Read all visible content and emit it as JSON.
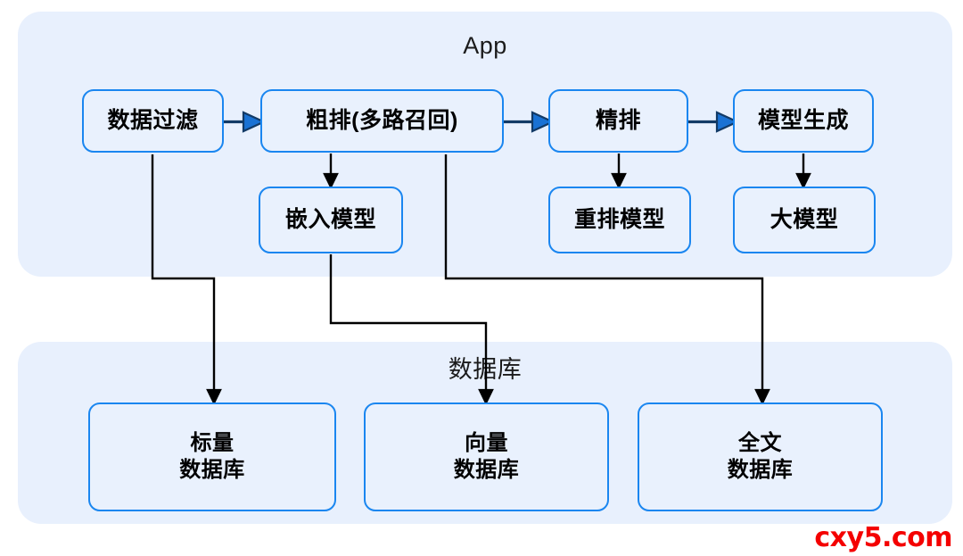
{
  "diagram": {
    "title_app": "App",
    "title_db": "数据库",
    "watermark": "cxy5.com",
    "colors": {
      "group_fill": "#e8f0fd",
      "node_fill": "#e9f1fd",
      "node_border": "#1a86f0",
      "thick_arrow": "#1a72d4",
      "thin_arrow": "#000000",
      "text": "#000000",
      "watermark": "#f40000"
    }
  },
  "app": {
    "title": "App",
    "pipeline": [
      {
        "id": "filter",
        "label": "数据过滤"
      },
      {
        "id": "coarse",
        "label": "粗排(多路召回)"
      },
      {
        "id": "fine",
        "label": "精排"
      },
      {
        "id": "gen",
        "label": "模型生成"
      }
    ],
    "support": [
      {
        "id": "embed",
        "label": "嵌入模型"
      },
      {
        "id": "rerank",
        "label": "重排模型"
      },
      {
        "id": "llm",
        "label": "大模型"
      }
    ]
  },
  "database": {
    "title": "数据库",
    "stores": [
      {
        "id": "scalar",
        "label": "标量\n数据库"
      },
      {
        "id": "vector",
        "label": "向量\n数据库"
      },
      {
        "id": "fulltext",
        "label": "全文\n数据库"
      }
    ]
  },
  "edges": [
    {
      "from": "filter",
      "to": "coarse",
      "style": "thick-arrow"
    },
    {
      "from": "coarse",
      "to": "fine",
      "style": "thick-arrow"
    },
    {
      "from": "fine",
      "to": "gen",
      "style": "thick-arrow"
    },
    {
      "from": "coarse",
      "to": "embed",
      "style": "thin-arrow"
    },
    {
      "from": "fine",
      "to": "rerank",
      "style": "thin-arrow"
    },
    {
      "from": "gen",
      "to": "llm",
      "style": "thin-arrow"
    },
    {
      "from": "filter",
      "to": "scalar",
      "style": "thin-elbow"
    },
    {
      "from": "embed",
      "to": "vector",
      "style": "thin-elbow"
    },
    {
      "from": "coarse",
      "to": "fulltext",
      "style": "thin-elbow"
    }
  ]
}
